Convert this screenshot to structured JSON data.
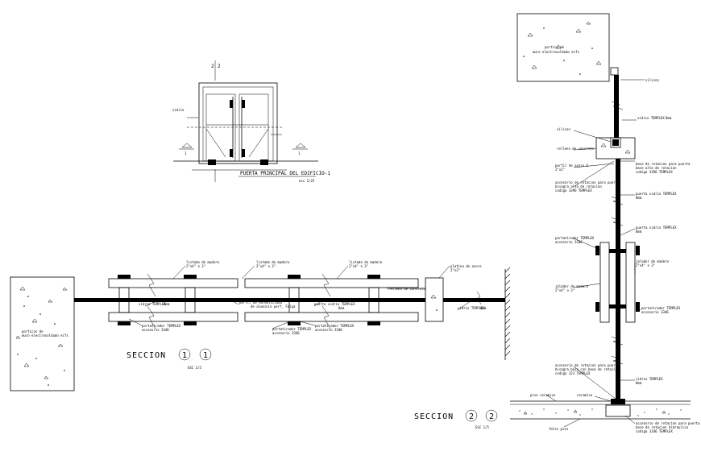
{
  "elevation": {
    "title": "PUERTA PRINCIPAL DEL EDIFICIO-1",
    "scale": "esc 1/25",
    "left_note_1": "vidrio",
    "left_note_2": "",
    "right_note": "",
    "section_marks": [
      "2",
      "2",
      "1",
      "1"
    ]
  },
  "section1": {
    "title": "SECCION",
    "marks": [
      "1",
      "1"
    ],
    "scale": "ESC 1/5",
    "wall_label_1": "porticos de",
    "wall_label_2": "muro electrosoldado  eifs",
    "labels": [
      "listado de madera",
      "2\"x4\" o 3\"",
      "listado de madera",
      "2\"x4\" o 3\"",
      "listado de madera",
      "2\"x4\" o 3\"",
      "platina de acero",
      "2\"x2\"",
      "relleno de concreto",
      "vidrio TEMPLEX",
      "8mm",
      "perfil de hermeticidad",
      "de aluminio perf. Felpa",
      "puerta vidrio TEMPLEX",
      "8mm",
      "vidrio TEMPLEX",
      "8mm",
      "portatirador TEMPLEX",
      "accesorio 3346",
      "portatirador TEMPLEX",
      "accesorio 3346",
      "portatirador TEMPLEX",
      "accesorio 3346"
    ]
  },
  "section2": {
    "title": "SECCION",
    "marks": [
      "2",
      "2"
    ],
    "scale": "ESC 1/5",
    "top_block_1": "portico de",
    "top_block_2": "muro electrosoldado  eifs",
    "labels": [
      "silicon",
      "vidrio TEMPLEX",
      "8mm",
      "silicon",
      "relleno de concreto",
      "perfil de acero O",
      "2\"x2\"",
      "accesorio de rotacion para puerta",
      "bisagra alta de rotacion",
      "codigo 3396 TEMPLEX",
      "base de rotacion para puerta",
      "base alta de rotacion",
      "codigo 3396 TEMPLEX",
      "puerta vidrio TEMPLEX",
      "8mm",
      "puerta vidrio TEMPLEX",
      "8mm",
      "portatirador TEMPLEX",
      "accesorio 3346",
      "jalador de madera",
      "2\"x4\" o 3\"",
      "jalador de madera",
      "2\"x4\" o 3\"",
      "portatirador TEMPLEX",
      "accesorio 3346",
      "accesorio de rotacion para puerta",
      "bisagra baja con base de rotacion",
      "codigo 323 TEMPLEX",
      "vidrio TEMPLEX",
      "8mm",
      "piso ceramico",
      "ceramico",
      "falso piso",
      "accesorio de rotacion para puerta",
      "base de rotacion hidraulica",
      "codigo 3346 TEMPLEX"
    ]
  }
}
